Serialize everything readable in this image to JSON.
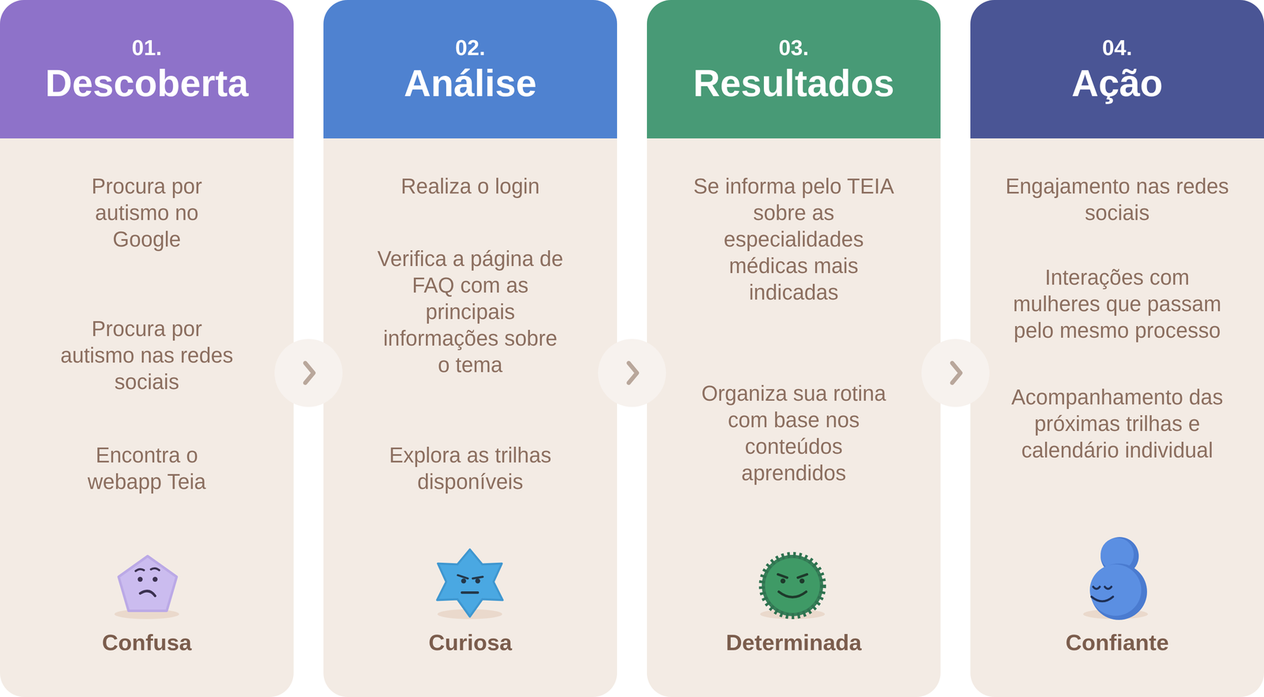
{
  "diagram": {
    "nodes": [
      {
        "text": [
          "01.",
          "Descoberta",
          "Procura por autismo no Google",
          "Procura por autismo nas redes sociais",
          "Encontra o webapp Teia",
          "Confusa"
        ]
      },
      {
        "text": [
          "02.",
          "Análise",
          "Realiza o login",
          "Verifica a página de FAQ com as principais informações sobre o tema",
          "Explora as trilhas disponíveis",
          "Curiosa"
        ]
      },
      {
        "text": [
          "03.",
          "Resultados",
          "Se informa pelo TEIA sobre as especialidades médicas mais indicadas",
          "Organiza sua rotina com base nos conteúdos aprendidos",
          "Determinada"
        ]
      },
      {
        "text": [
          "04.",
          "Ação",
          "Engajamento nas redes sociais",
          "Interações com mulheres que passam pelo mesmo processo",
          "Acompanhamento das próximas trilhas e calendário individual",
          "Confiante"
        ]
      }
    ],
    "edges": [
      {
        "from": 0,
        "to": 1,
        "arrow": "to"
      },
      {
        "from": 1,
        "to": 2,
        "arrow": "to"
      },
      {
        "from": 2,
        "to": 3,
        "arrow": "to"
      }
    ]
  }
}
